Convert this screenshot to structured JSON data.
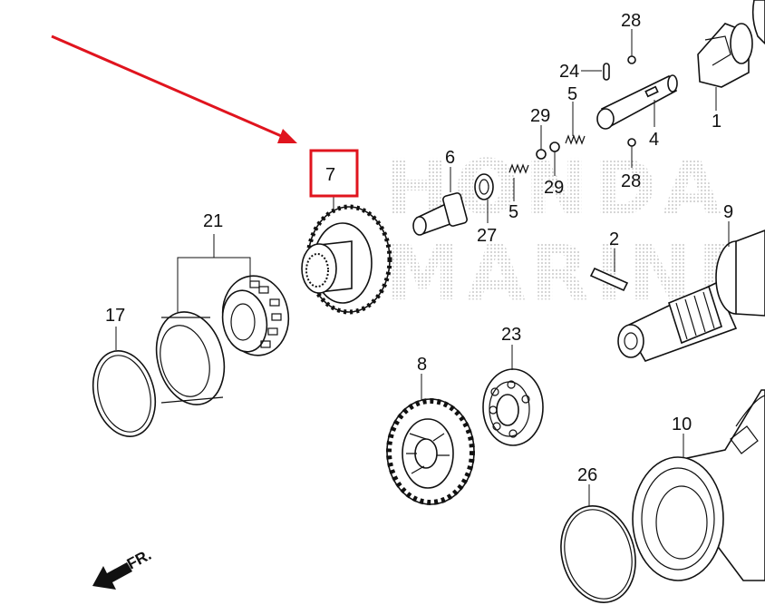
{
  "watermark": {
    "line1": "HONDA",
    "line2": "MARINE"
  },
  "highlight": {
    "label": "7",
    "box_color": "#e0141e",
    "arrow_color": "#e0141e"
  },
  "front_indicator": {
    "text": "FR.",
    "icon": "arrow-down-left-icon"
  },
  "callouts": [
    "28",
    "24",
    "5",
    "1",
    "29",
    "4",
    "28",
    "29",
    "6",
    "5",
    "27",
    "2",
    "9",
    "21",
    "17",
    "23",
    "8",
    "10",
    "26"
  ]
}
